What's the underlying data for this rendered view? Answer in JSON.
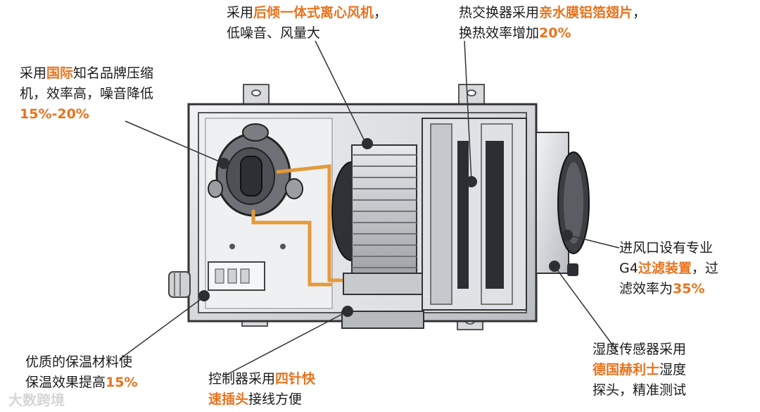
{
  "callouts": {
    "fan": {
      "line1_prefix": "采用",
      "line1_hl": "后倾一体式离心风机",
      "line1_suffix": "，",
      "line2": "低噪音、风量大"
    },
    "heat_exchanger": {
      "line1_prefix": "热交换器采用",
      "line1_hl": "亲水膜铝箔翅片",
      "line1_suffix": "，",
      "line2_prefix": "换热效率增加",
      "line2_num": "20%"
    },
    "compressor": {
      "line1_prefix": "采用",
      "line1_hl": "国际",
      "line1_suffix": "知名品牌压缩",
      "line2": "机，效率高，噪音降低",
      "line3_num": "15%-20%"
    },
    "filter": {
      "line1": "进风口设有专业",
      "line2_prefix": "G4",
      "line2_hl": "过滤装置",
      "line2_suffix": "，过",
      "line3_prefix": "滤效率为",
      "line3_num": "35%"
    },
    "insulation": {
      "line1": "优质的保温材料使",
      "line2_prefix": "保温效果提高",
      "line2_num": "15%"
    },
    "controller": {
      "line1_prefix": "控制器采用",
      "line1_hl": "四针快",
      "line2_hl": "速插头",
      "line2_suffix": "接线方便"
    },
    "sensor": {
      "line1": "湿度传感器采用",
      "line2_hl": "德国赫利士",
      "line2_suffix": "湿度",
      "line3": "探头，精准测试"
    }
  },
  "watermark": "大数跨境",
  "colors": {
    "highlight": "#e8731e",
    "pipe": "#e59a3a",
    "leader": "#333333"
  }
}
